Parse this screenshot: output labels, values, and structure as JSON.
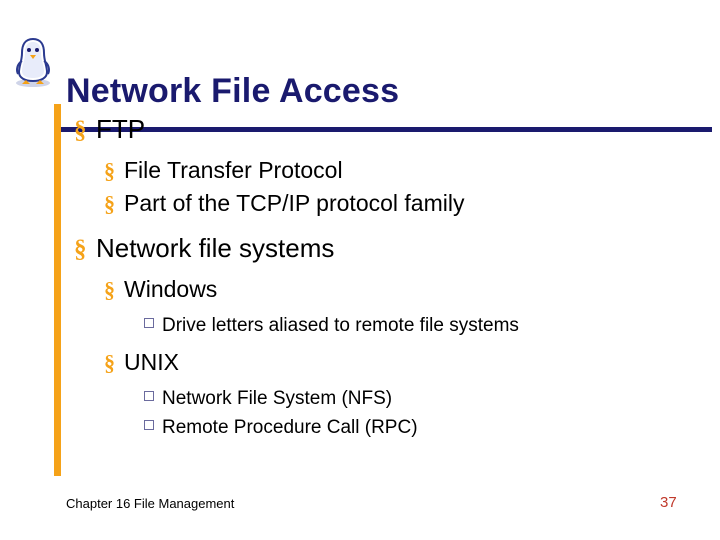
{
  "slide": {
    "title": "Network File Access",
    "accent_color": "#f5a218",
    "title_color": "#1a1a6e",
    "logo_icon": "penguin-mascot-icon",
    "bullets": [
      {
        "level": 1,
        "marker": "section-sign",
        "text": "FTP"
      },
      {
        "level": 2,
        "marker": "section-sign",
        "text": "File Transfer Protocol"
      },
      {
        "level": 2,
        "marker": "section-sign",
        "text": "Part of the TCP/IP protocol family"
      },
      {
        "level": 1,
        "marker": "section-sign",
        "text": "Network file systems"
      },
      {
        "level": 2,
        "marker": "section-sign",
        "text": "Windows"
      },
      {
        "level": 3,
        "marker": "open-square",
        "text": "Drive letters aliased to remote file systems"
      },
      {
        "level": 2,
        "marker": "section-sign",
        "text": "UNIX"
      },
      {
        "level": 3,
        "marker": "open-square",
        "text": "Network File System (NFS)"
      },
      {
        "level": 3,
        "marker": "open-square",
        "text": "Remote Procedure Call (RPC)"
      }
    ],
    "footer": {
      "left": "Chapter 16 File Management",
      "page_number": "37"
    },
    "marker_glyph": "§"
  }
}
